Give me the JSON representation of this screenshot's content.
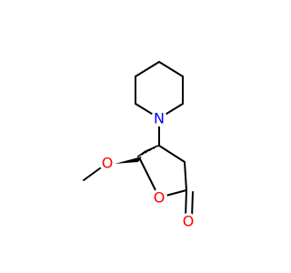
{
  "molecule": {
    "atoms": {
      "nitrogen": {
        "symbol": "N",
        "color": "#0000ff"
      },
      "ring_oxygen": {
        "symbol": "O",
        "color": "#ff0000"
      },
      "carbonyl_oxygen": {
        "symbol": "O",
        "color": "#ff0000"
      },
      "methoxy_oxygen": {
        "symbol": "O",
        "color": "#ff0000"
      }
    }
  }
}
